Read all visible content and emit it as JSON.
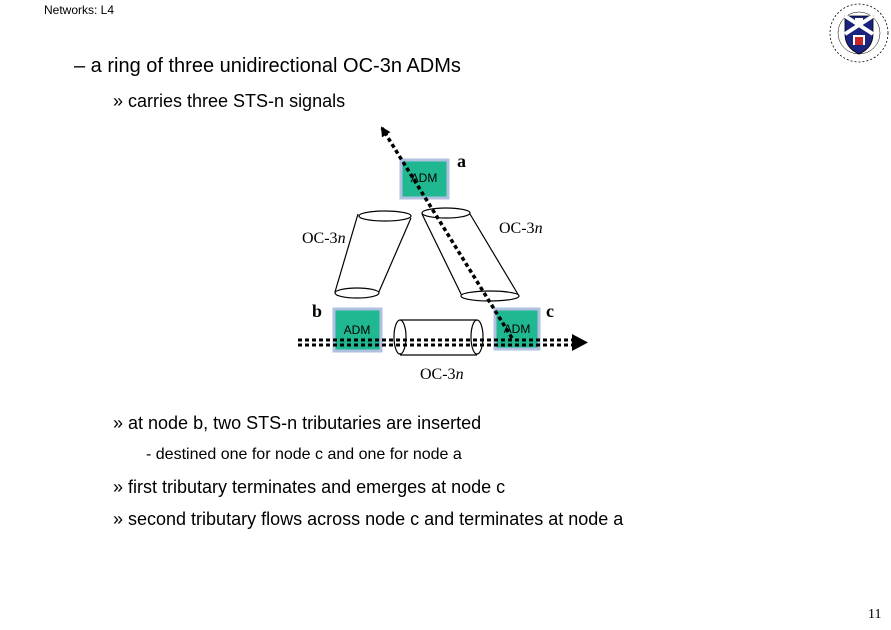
{
  "header": {
    "title": "Networks: L4"
  },
  "crest": {
    "alt_label": "University crest"
  },
  "bullets": {
    "main": "– a ring of three unidirectional OC-3n ADMs",
    "sub": "» carries three STS-n signals",
    "at_node_b": "» at node b, two STS-n tributaries are inserted",
    "destined": "-  destined one for node c and one for node a",
    "first_trib": "» first tributary terminates and emerges at node c",
    "second_trib": "» second tributary flows across node c and terminates at node a"
  },
  "diagram": {
    "node_a": {
      "label": "a",
      "adm": "ADM"
    },
    "node_b": {
      "label": "b",
      "adm": "ADM"
    },
    "node_c": {
      "label": "c",
      "adm": "ADM"
    },
    "link_left": {
      "prefix": "OC-3",
      "suffix": "n"
    },
    "link_right": {
      "prefix": "OC-3",
      "suffix": "n"
    },
    "link_bottom": {
      "prefix": "OC-3",
      "suffix": "n"
    },
    "colors": {
      "adm_fill": "#20b890",
      "adm_border": "#b0c0e0"
    }
  },
  "footer": {
    "page_number": "11"
  }
}
